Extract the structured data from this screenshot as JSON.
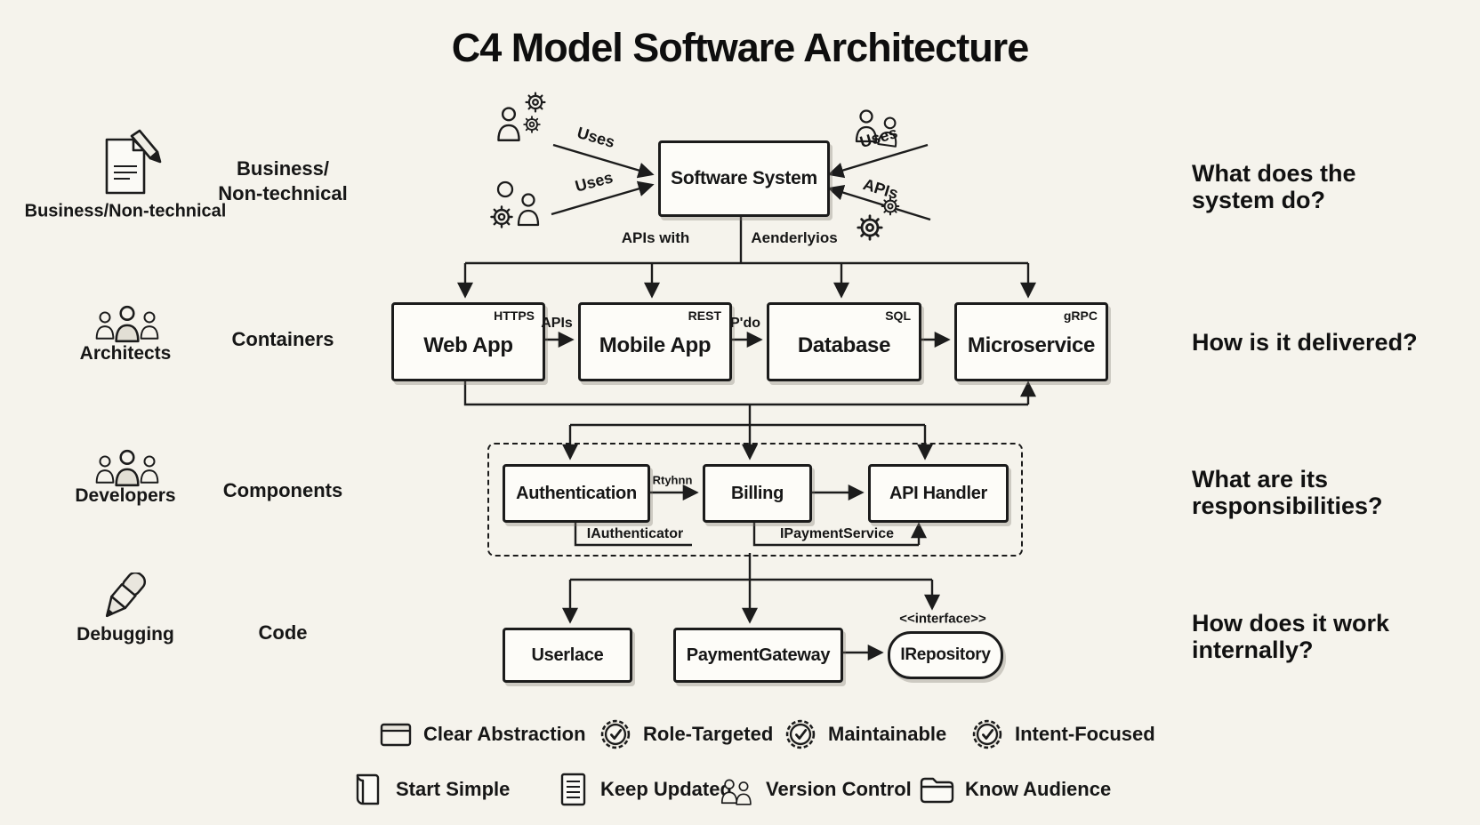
{
  "title": "C4 Model Software Architecture",
  "colors": {
    "background": "#f5f3ec",
    "ink": "#1c1c1c",
    "box_fill": "#fdfcf8"
  },
  "left_rail": {
    "rows": [
      {
        "icon": "document-pencil-icon",
        "caption": "Business/Non-technical"
      },
      {
        "icon": "architects-people-icon",
        "caption": "Architects"
      },
      {
        "icon": "developers-people-icon",
        "caption": "Developers"
      },
      {
        "icon": "debugging-pen-icon",
        "caption": "Debugging"
      }
    ]
  },
  "levels": [
    {
      "line1": "Business/",
      "line2": "Non-technical"
    },
    {
      "line1": "Containers",
      "line2": ""
    },
    {
      "line1": "Components",
      "line2": ""
    },
    {
      "line1": "Code",
      "line2": ""
    }
  ],
  "questions": [
    {
      "line1": "What does the",
      "line2": "system do?"
    },
    {
      "line1": "How is it delivered?",
      "line2": ""
    },
    {
      "line1": "What are its",
      "line2": "responsibilities?"
    },
    {
      "line1": "How does it work",
      "line2": "internally?"
    }
  ],
  "context": {
    "system_label": "Software System",
    "arrows": {
      "top_left": "Uses",
      "bottom_left": "Uses",
      "top_right": "Uses",
      "bottom_right": "APIs"
    },
    "connector_left": "APIs with",
    "connector_right": "Aenderlyios",
    "icons": [
      "user-gears-icon",
      "gears-user-icon",
      "users-icon",
      "gears-icon"
    ]
  },
  "containers": {
    "boxes": [
      {
        "name": "Web App",
        "tag": "HTTPS"
      },
      {
        "name": "Mobile App",
        "tag": "REST"
      },
      {
        "name": "Database",
        "tag": "SQL"
      },
      {
        "name": "Microservice",
        "tag": "gRPC"
      }
    ],
    "links": [
      "APIs",
      "P'do"
    ]
  },
  "components": {
    "boxes": [
      {
        "name": "Authentication"
      },
      {
        "name": "Billing"
      },
      {
        "name": "API Handler"
      }
    ],
    "link_label": "Rtyhnn",
    "interfaces": [
      "IAuthenticator",
      "IPaymentService"
    ]
  },
  "code": {
    "boxes": [
      {
        "name": "Userlace"
      },
      {
        "name": "PaymentGateway"
      }
    ],
    "interface": {
      "stereotype": "<<interface>>",
      "name": "IRepository"
    }
  },
  "legend": {
    "row1": [
      {
        "icon": "window-icon",
        "label": "Clear Abstraction"
      },
      {
        "icon": "badge-check-icon",
        "label": "Role-Targeted"
      },
      {
        "icon": "badge-check-icon",
        "label": "Maintainable"
      },
      {
        "icon": "badge-check-icon",
        "label": "Intent-Focused"
      }
    ],
    "row2": [
      {
        "icon": "book-icon",
        "label": "Start Simple"
      },
      {
        "icon": "document-icon",
        "label": "Keep Updated"
      },
      {
        "icon": "people-icon",
        "label": "Version Control"
      },
      {
        "icon": "folder-icon",
        "label": "Know Audience"
      }
    ]
  }
}
